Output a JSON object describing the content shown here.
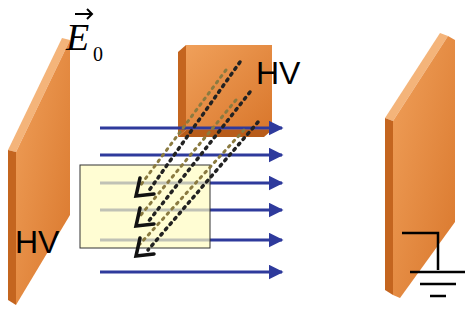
{
  "diagram": {
    "labels": [
      "E",
      "0",
      "HV",
      "HV"
    ]
  }
}
